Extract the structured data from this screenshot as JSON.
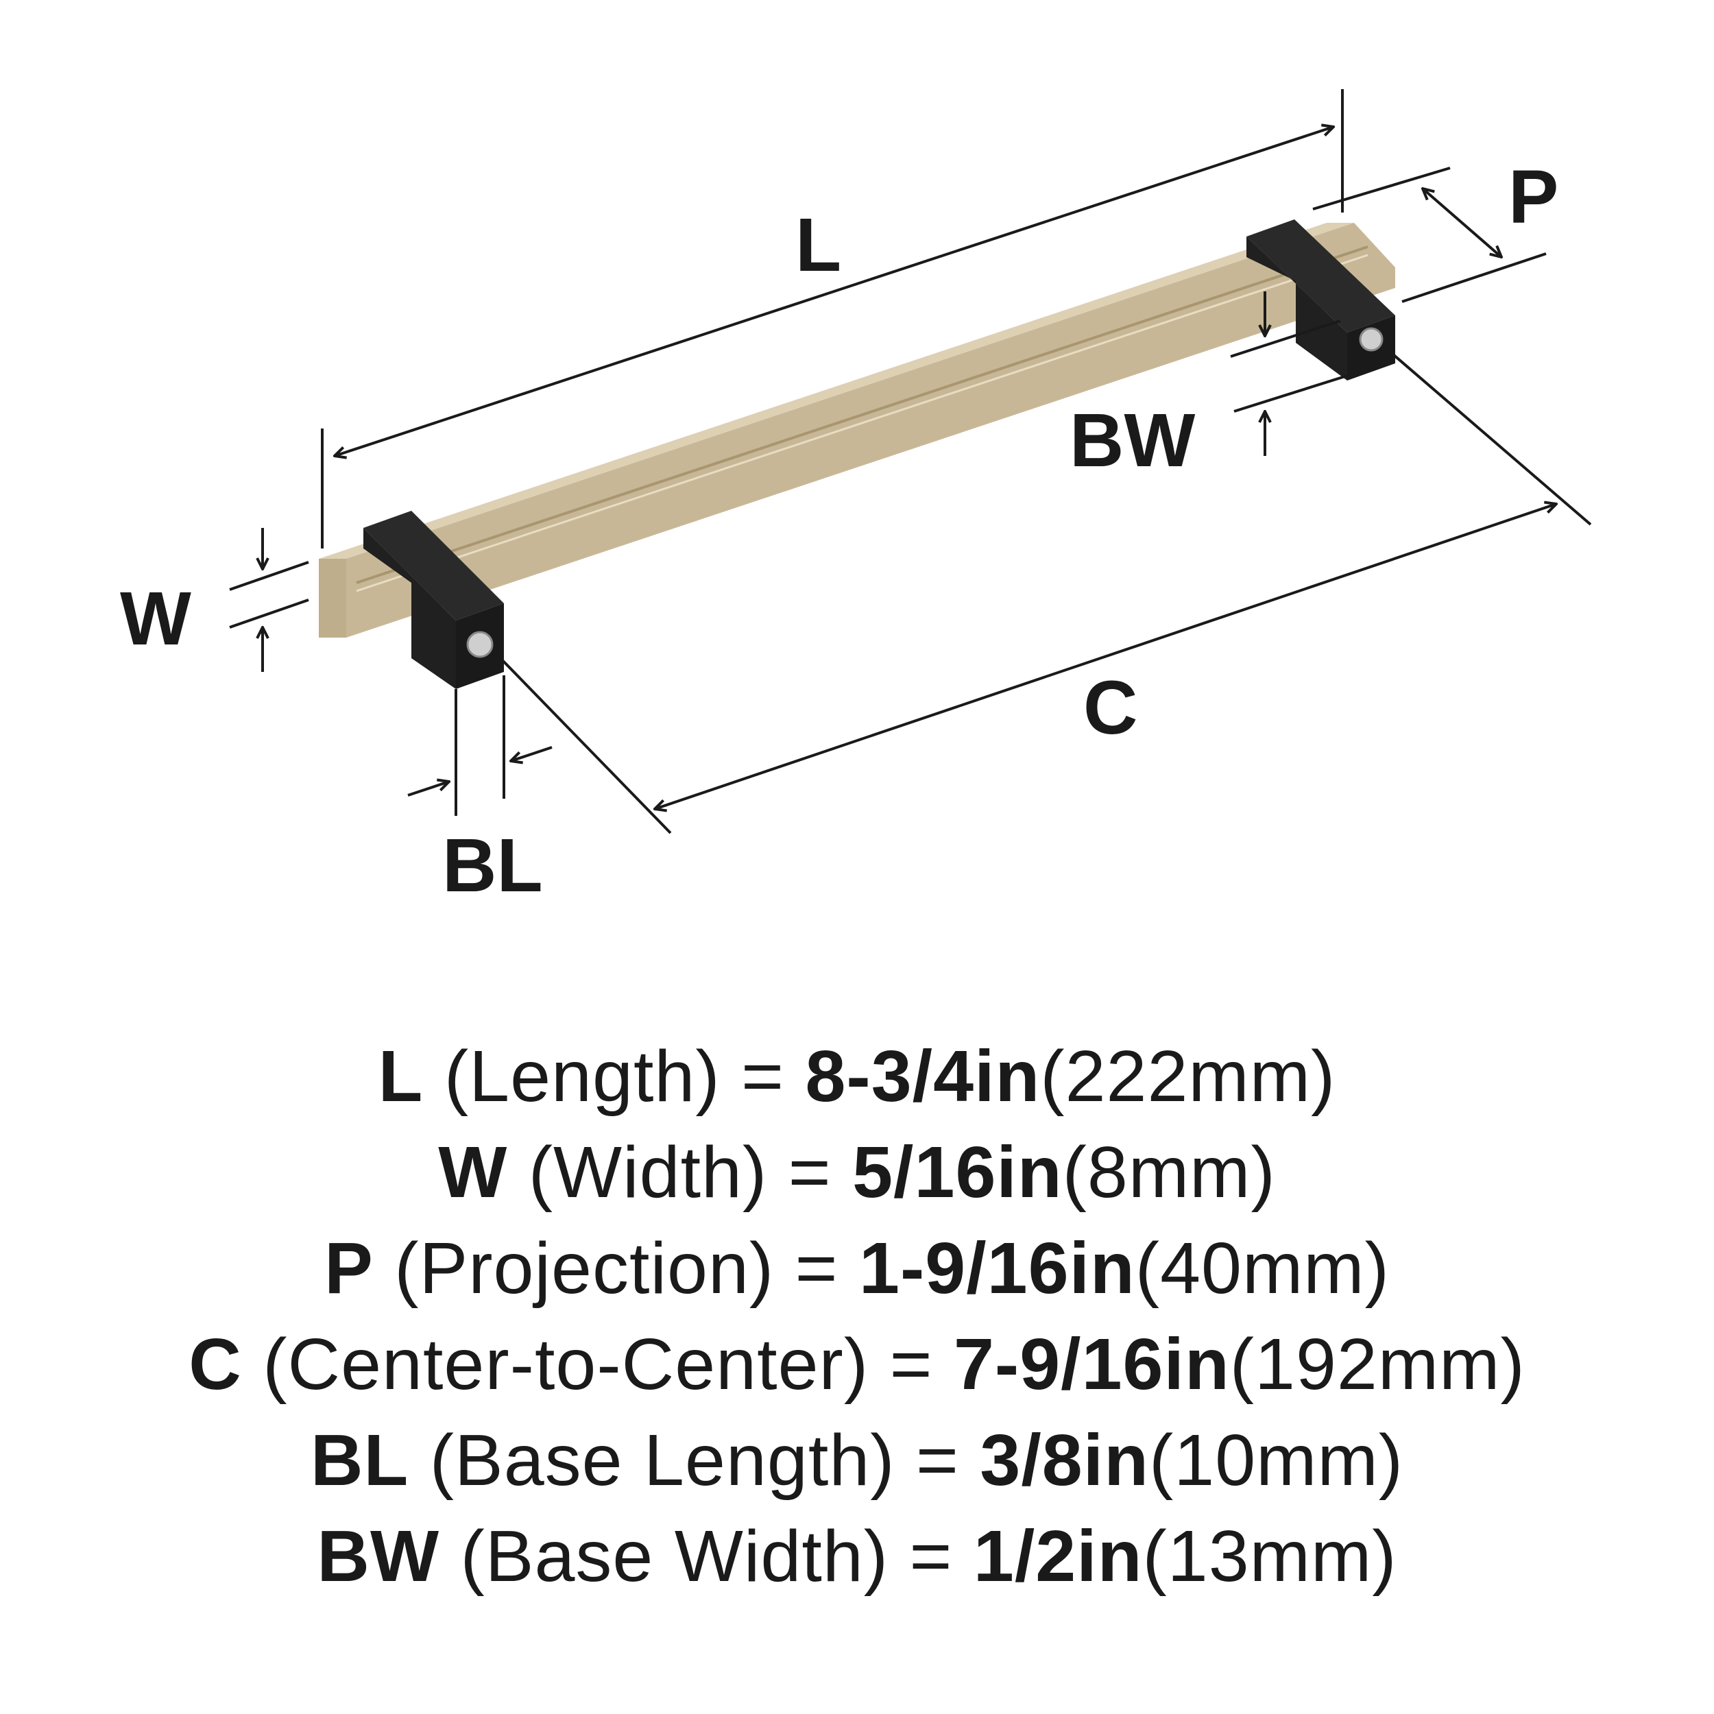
{
  "diagram_labels": {
    "L": "L",
    "W": "W",
    "P": "P",
    "C": "C",
    "BL": "BL",
    "BW": "BW"
  },
  "colors": {
    "bar": "#c8b796",
    "bar_shade": "#b3a27f",
    "bar_light": "#ddd0b3",
    "base": "#1e1e1e",
    "line": "#1a1a1a"
  },
  "specs": [
    {
      "code": "L",
      "desc": "(Length)",
      "eq": "=",
      "imperial": "8-3/4in",
      "metric": "(222mm)"
    },
    {
      "code": "W",
      "desc": "(Width)",
      "eq": "=",
      "imperial": "5/16in",
      "metric": "(8mm)"
    },
    {
      "code": "P",
      "desc": "(Projection)",
      "eq": "=",
      "imperial": "1-9/16in",
      "metric": "(40mm)"
    },
    {
      "code": "C",
      "desc": "(Center-to-Center)",
      "eq": "=",
      "imperial": "7-9/16in",
      "metric": "(192mm)"
    },
    {
      "code": "BL",
      "desc": "(Base Length)",
      "eq": "=",
      "imperial": "3/8in",
      "metric": "(10mm)"
    },
    {
      "code": "BW",
      "desc": "(Base Width)",
      "eq": "=",
      "imperial": "1/2in",
      "metric": "(13mm)"
    }
  ]
}
